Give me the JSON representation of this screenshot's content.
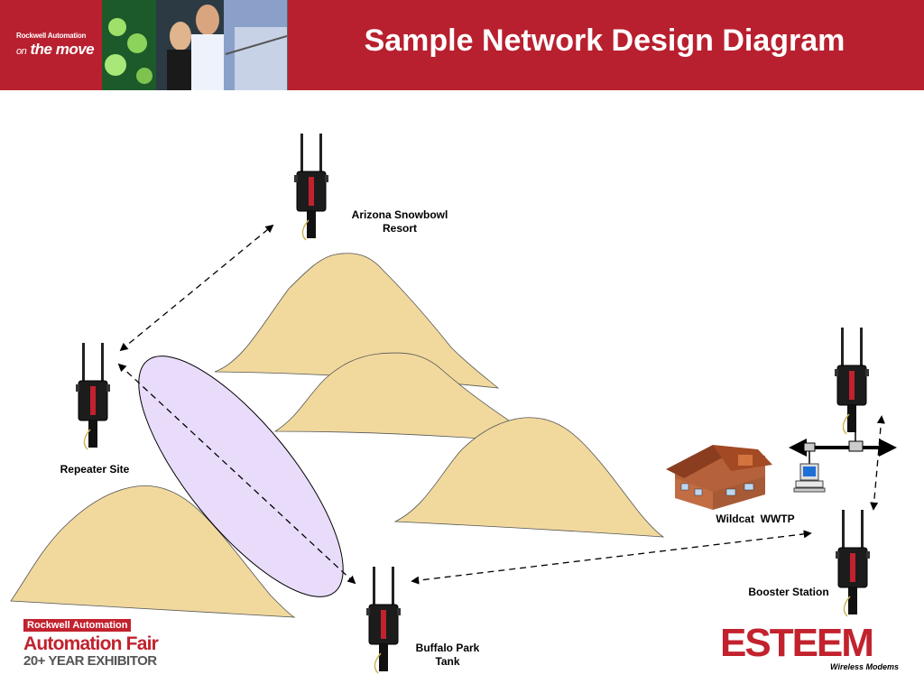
{
  "header": {
    "title": "Sample Network Design Diagram",
    "logo_line1": "Rockwell Automation",
    "logo_line2_small": "on",
    "logo_line2_big": "the move",
    "bg_color": "#b8202f"
  },
  "sites": {
    "arizona": "Arizona Snowbowl Resort",
    "repeater": "Repeater Site",
    "buffalo": "Buffalo Park Tank",
    "wildcat": "Wildcat  WWTP",
    "booster": "Booster Station"
  },
  "modem_label": "ESTEEM",
  "footer": {
    "af_badge": "Rockwell Automation",
    "af_name": "Automation Fair",
    "af_year": "20+ YEAR EXHIBITOR",
    "esteem_word": "ESTEEM",
    "esteem_tag": "Wireless Modems"
  },
  "colors": {
    "mountain": "#f1d99e",
    "ellipse": "#e9dcfb",
    "brand_red": "#c2222e"
  }
}
